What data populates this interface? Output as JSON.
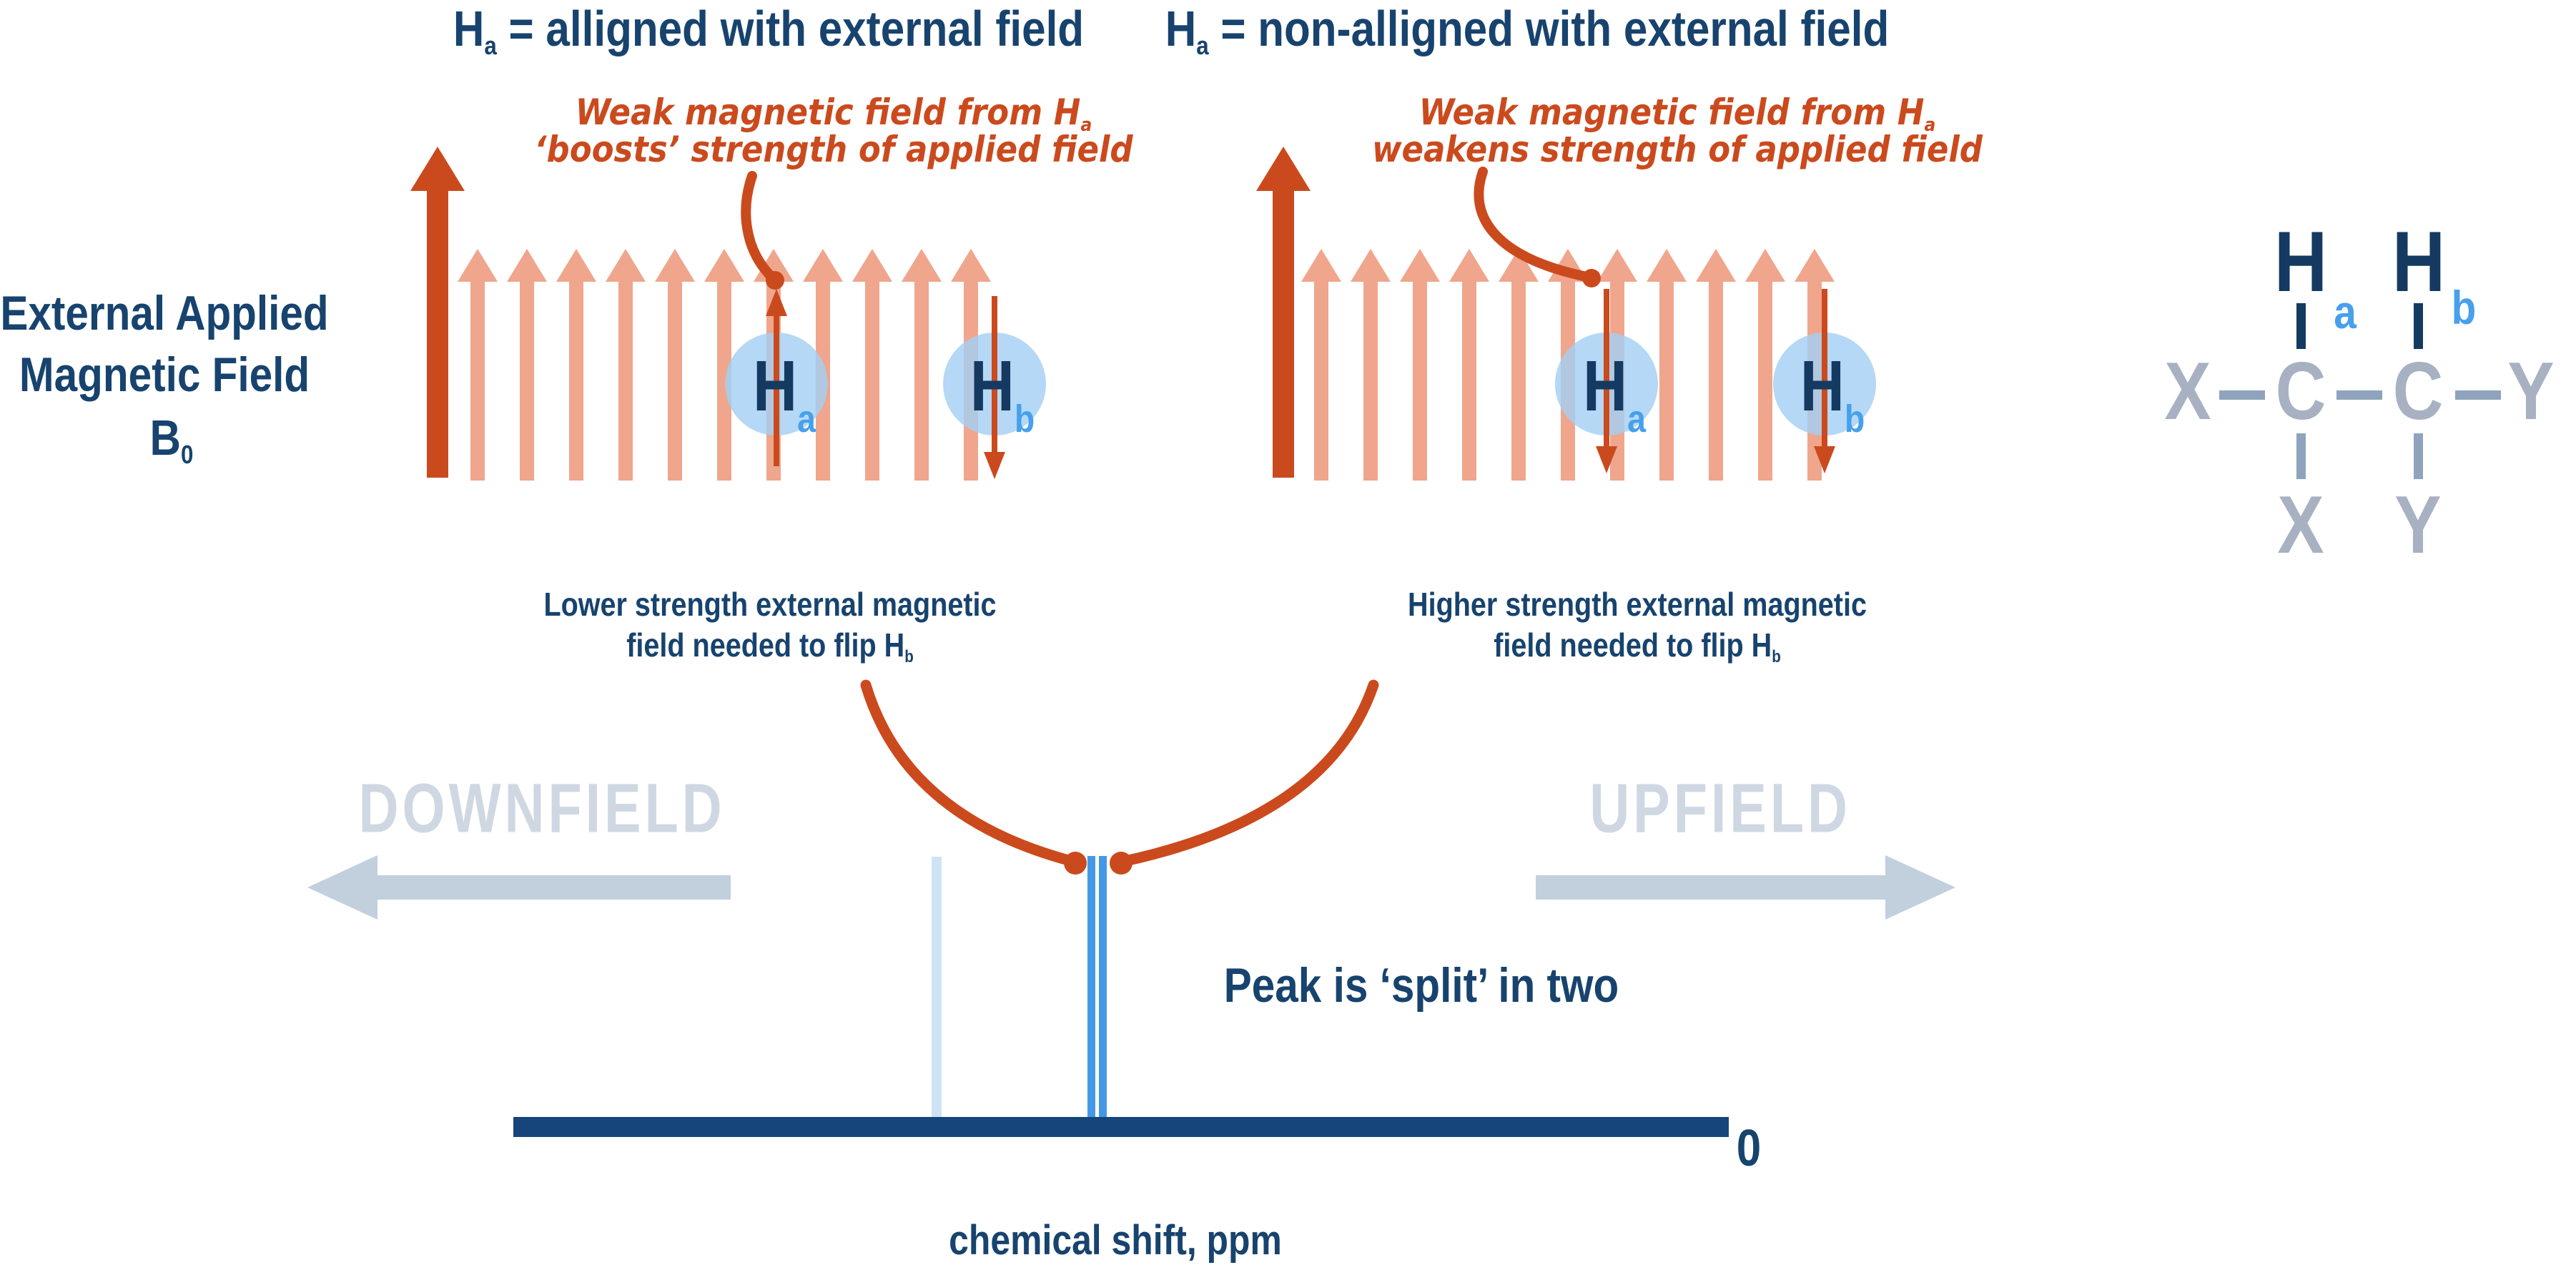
{
  "colors": {
    "navy": "#17436E",
    "navy_deep": "#143A61",
    "axis_navy": "#15457A",
    "orange": "#CB4A1D",
    "salmon": "#EFA68D",
    "circle_blue": "#A3CFF3",
    "sub_blue": "#47A0EC",
    "split_blue": "#4499E7",
    "faded_peak": "#CFE3F6",
    "gray_text": "#CFD8E2",
    "gray_arrow": "#C2CFDD",
    "struct_gray": "#A7B1C2",
    "bond_gray": "#8FA3BD"
  },
  "titles": {
    "left": {
      "h": "H",
      "sub": "a",
      "rest": " = alligned with external field"
    },
    "right": {
      "h": "H",
      "sub": "a",
      "rest": " = non-alligned with external field"
    }
  },
  "annotations": {
    "left": {
      "line1": "Weak magnetic field from H",
      "line1_sub": "a",
      "line2": "‘boosts’ strength of applied field"
    },
    "right": {
      "line1": "Weak magnetic field from H",
      "line1_sub": "a",
      "line2": "weakens strength of applied field"
    }
  },
  "external_field": {
    "line1": "External Applied",
    "line2": "Magnetic Field",
    "symbol": "B",
    "symbol_sub": "0"
  },
  "nuclei": {
    "left_a": {
      "h": "H",
      "sub": "a"
    },
    "left_b": {
      "h": "H",
      "sub": "b"
    },
    "right_a": {
      "h": "H",
      "sub": "a"
    },
    "right_b": {
      "h": "H",
      "sub": "b"
    }
  },
  "captions": {
    "left": {
      "line1": "Lower strength external magnetic",
      "line2": "field needed to flip H",
      "line2_sub": "b"
    },
    "right": {
      "line1": "Higher strength external magnetic",
      "line2": "field needed to flip H",
      "line2_sub": "b"
    }
  },
  "spectrum": {
    "downfield": "DOWNFIELD",
    "upfield": "UPFIELD",
    "peak_caption": "Peak is ‘split’ in two",
    "axis_label": "chemical shift, ppm",
    "origin_label": "0"
  },
  "structure": {
    "h_a": {
      "h": "H",
      "sub": "a"
    },
    "h_b": {
      "h": "H",
      "sub": "b"
    },
    "c1": "C",
    "c2": "C",
    "x_left": "X",
    "y_right": "Y",
    "x_bottom": "X",
    "y_bottom": "Y"
  }
}
